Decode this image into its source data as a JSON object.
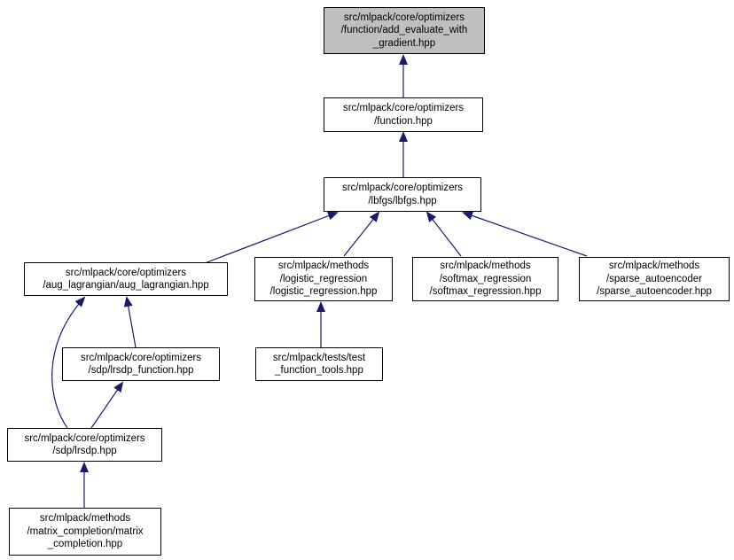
{
  "diagram": {
    "kind": "doxygen-inverse-include-graph",
    "colors": {
      "edge": "#191970",
      "node_border": "#000000",
      "node_fill": "#ffffff",
      "highlight_fill": "#bfbfbf",
      "background": "#ffffff"
    },
    "nodes": [
      {
        "id": "add-evaluate-with-gradient",
        "label": "src/mlpack/core/optimizers\n/function/add_evaluate_with\n_gradient.hpp",
        "highlighted": true
      },
      {
        "id": "function",
        "label": "src/mlpack/core/optimizers\n/function.hpp",
        "highlighted": false
      },
      {
        "id": "lbfgs",
        "label": "src/mlpack/core/optimizers\n/lbfgs/lbfgs.hpp",
        "highlighted": false
      },
      {
        "id": "aug-lagrangian",
        "label": "src/mlpack/core/optimizers\n/aug_lagrangian/aug_lagrangian.hpp",
        "highlighted": false
      },
      {
        "id": "logistic-regression",
        "label": "src/mlpack/methods\n/logistic_regression\n/logistic_regression.hpp",
        "highlighted": false
      },
      {
        "id": "softmax-regression",
        "label": "src/mlpack/methods\n/softmax_regression\n/softmax_regression.hpp",
        "highlighted": false
      },
      {
        "id": "sparse-autoencoder",
        "label": "src/mlpack/methods\n/sparse_autoencoder\n/sparse_autoencoder.hpp",
        "highlighted": false
      },
      {
        "id": "lrsdp-function",
        "label": "src/mlpack/core/optimizers\n/sdp/lrsdp_function.hpp",
        "highlighted": false
      },
      {
        "id": "test-function-tools",
        "label": "src/mlpack/tests/test\n_function_tools.hpp",
        "highlighted": false
      },
      {
        "id": "lrsdp",
        "label": "src/mlpack/core/optimizers\n/sdp/lrsdp.hpp",
        "highlighted": false
      },
      {
        "id": "matrix-completion",
        "label": "src/mlpack/methods\n/matrix_completion/matrix\n_completion.hpp",
        "highlighted": false
      }
    ],
    "edges": [
      {
        "from": "function",
        "to": "add-evaluate-with-gradient"
      },
      {
        "from": "lbfgs",
        "to": "function"
      },
      {
        "from": "aug-lagrangian",
        "to": "lbfgs"
      },
      {
        "from": "logistic-regression",
        "to": "lbfgs"
      },
      {
        "from": "softmax-regression",
        "to": "lbfgs"
      },
      {
        "from": "sparse-autoencoder",
        "to": "lbfgs"
      },
      {
        "from": "lrsdp-function",
        "to": "aug-lagrangian"
      },
      {
        "from": "lrsdp",
        "to": "aug-lagrangian"
      },
      {
        "from": "lrsdp",
        "to": "lrsdp-function"
      },
      {
        "from": "test-function-tools",
        "to": "logistic-regression"
      },
      {
        "from": "matrix-completion",
        "to": "lrsdp"
      }
    ]
  }
}
